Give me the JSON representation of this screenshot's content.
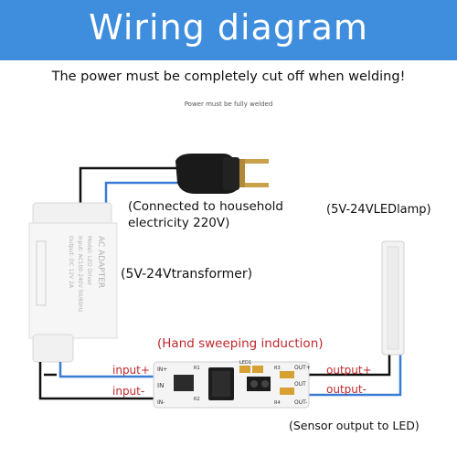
{
  "banner": {
    "title": "Wiring diagram",
    "background": "#3f8ede"
  },
  "warning": "The power must be completely cut off when welding!",
  "small_note": "Power must be fully welded",
  "labels": {
    "household": "(Connected to household electricity 220V)",
    "household_line1": "(Connected to household",
    "household_line2": "electricity 220V)",
    "lamp": "(5V-24VLEDlamp)",
    "transformer": "(5V-24Vtransformer)",
    "hand_sweep": "(Hand sweeping induction)",
    "input_plus": "input+",
    "input_minus": "input-",
    "output_plus": "output+",
    "output_minus": "output-",
    "sensor_output": "(Sensor output to LED)"
  },
  "adapter": {
    "title": "AC ADAPTER",
    "lines": [
      "Model: LED Driver",
      "Input: AC100-240V 50/60Hz",
      "Output: DC 12V 2A"
    ]
  },
  "board": {
    "in_plus": "IN+",
    "in_minus": "IN-",
    "in_label": "IN",
    "out_plus": "OUT+",
    "out_minus": "OUT-",
    "out_label": "OUT",
    "led_label": "LED1",
    "r1": "R1",
    "r2": "R2",
    "r3": "R3",
    "r4": "R4"
  },
  "colors": {
    "wire_black": "#111111",
    "wire_blue": "#3a7bd5",
    "label_red": "#c0282c",
    "board_white": "#f4f4f4"
  },
  "icons": [
    "power-plug-icon",
    "ac-adapter-icon",
    "led-strip-icon",
    "sensor-board-icon"
  ]
}
